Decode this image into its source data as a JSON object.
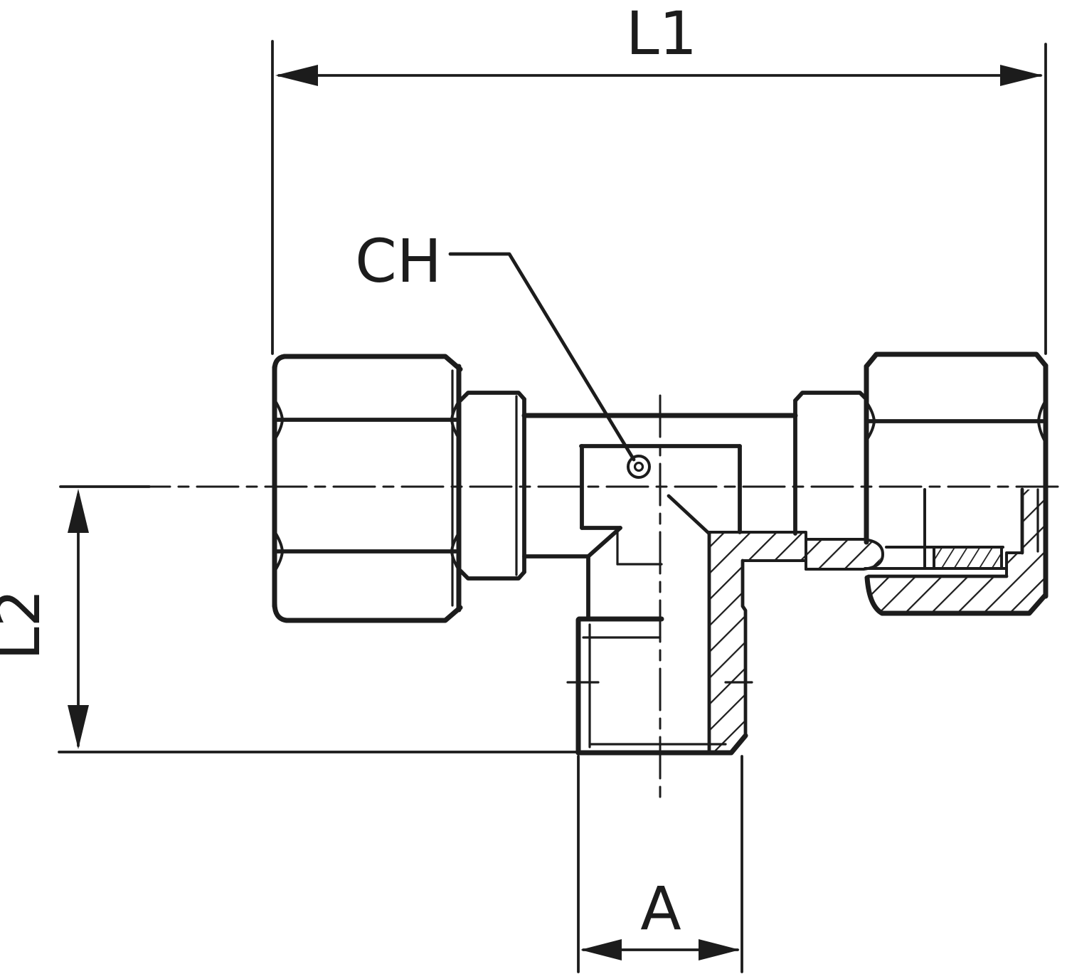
{
  "drawing": {
    "labels": {
      "overall_length": "L1",
      "branch_length": "L2",
      "hex_wrench_size": "CH",
      "thread_size": "A"
    },
    "colors": {
      "ink": "#1c1c1c",
      "background": "#ffffff"
    }
  }
}
